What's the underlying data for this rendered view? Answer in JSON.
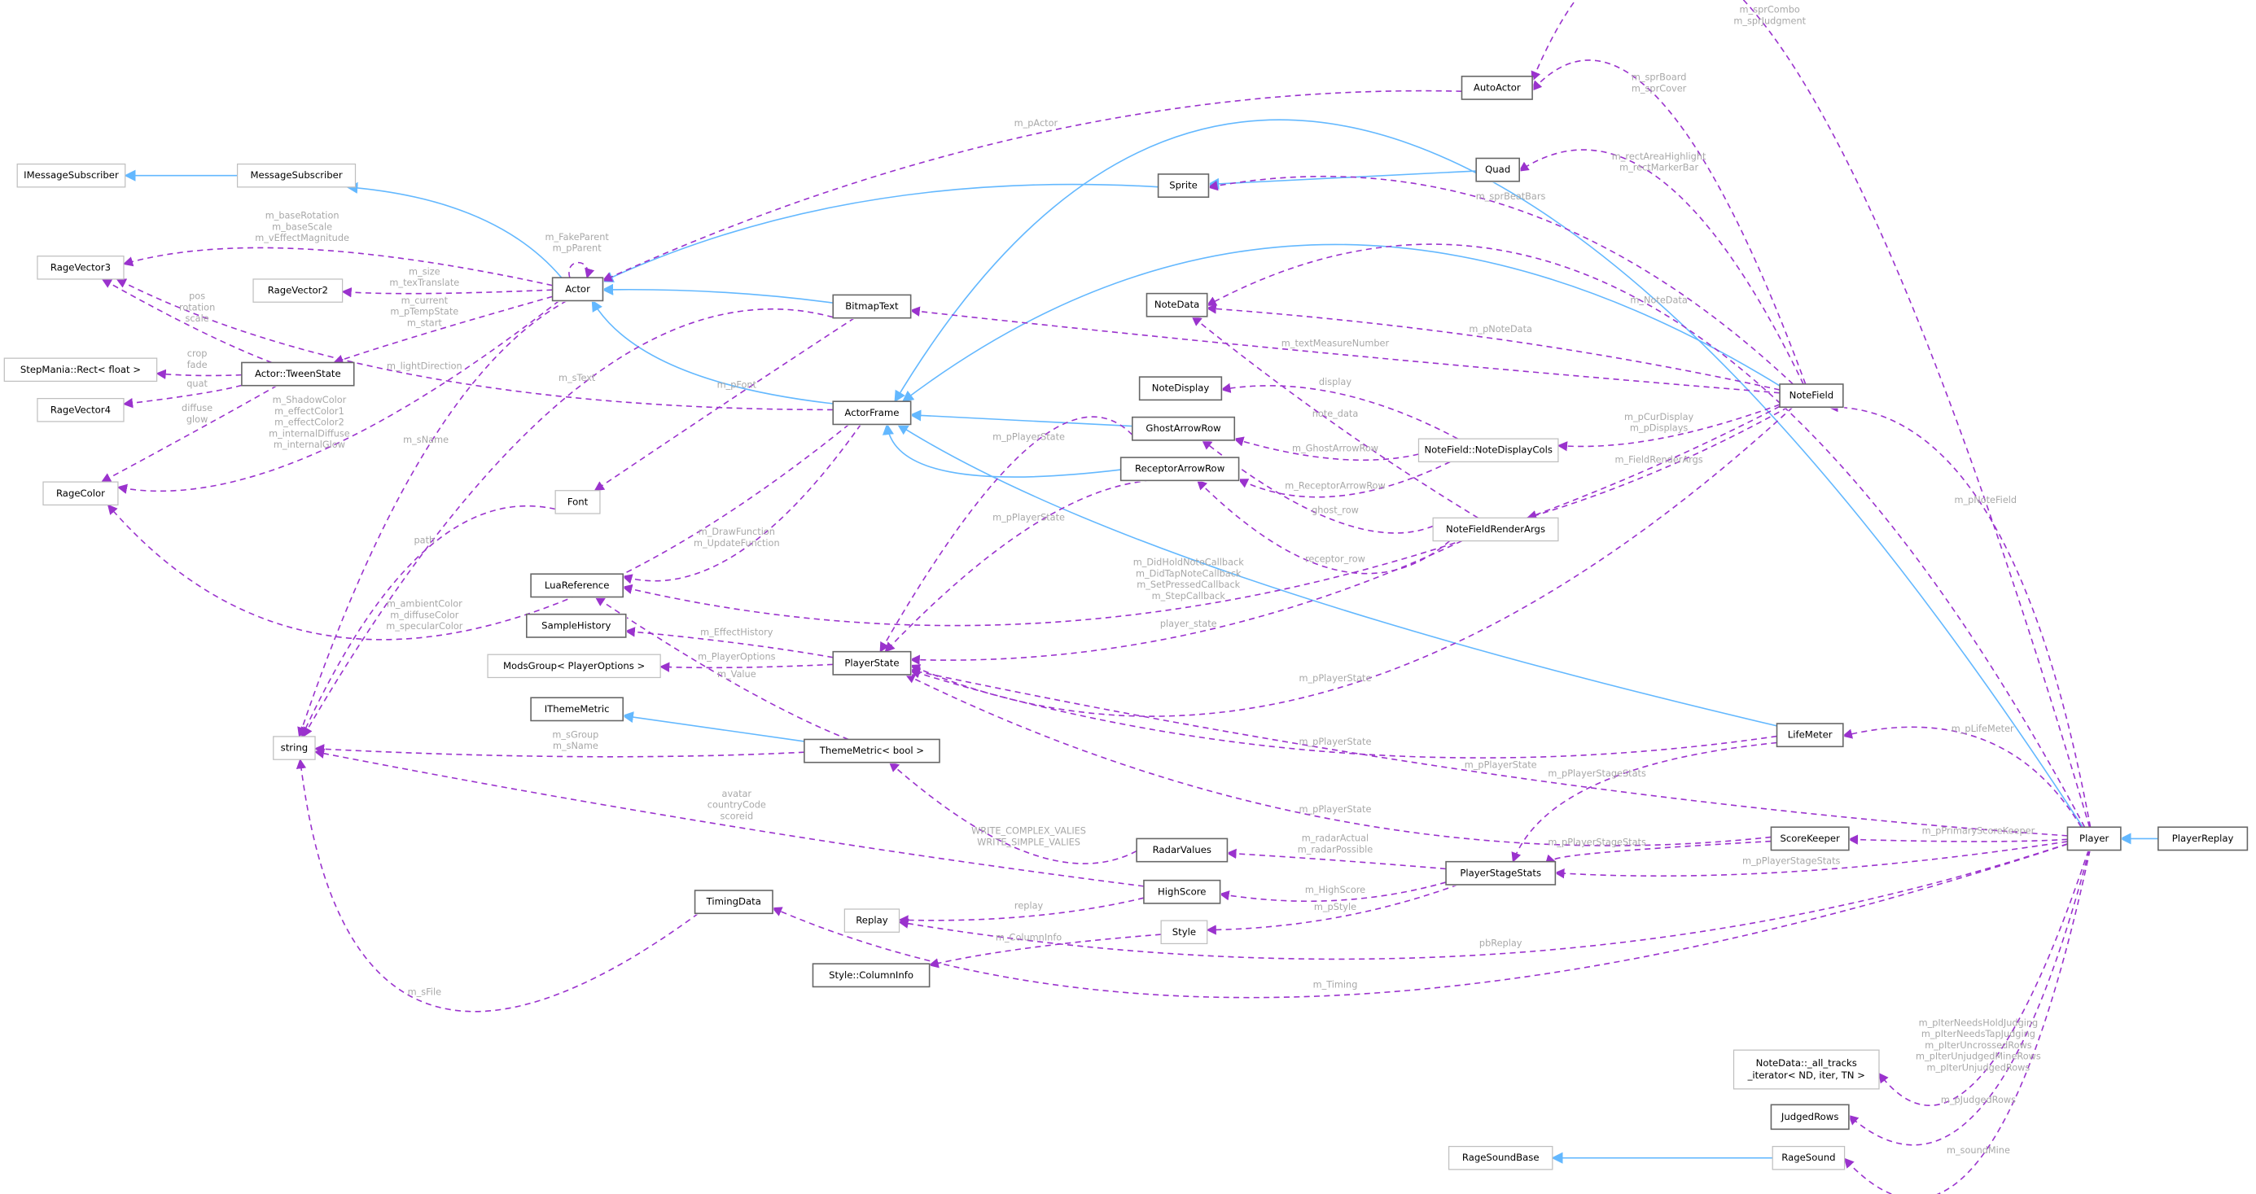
{
  "colors": {
    "composition": "#9a32cd",
    "inheritance": "#63b8ff",
    "highlight_fill": "#999999",
    "label": "#a8a8a8",
    "border_documented": "#666666",
    "border_undocumented": "#bfbfbf"
  },
  "nodes": [
    {
      "id": "IMessageSubscriber",
      "label": [
        "IMessageSubscriber"
      ],
      "documented": false
    },
    {
      "id": "MessageSubscriber",
      "label": [
        "MessageSubscriber"
      ],
      "documented": false
    },
    {
      "id": "RageVector3",
      "label": [
        "RageVector3"
      ],
      "documented": false
    },
    {
      "id": "RageVector2",
      "label": [
        "RageVector2"
      ],
      "documented": false
    },
    {
      "id": "Actor",
      "label": [
        "Actor"
      ],
      "documented": true
    },
    {
      "id": "StepManiaRect",
      "label": [
        "StepMania::Rect< float >"
      ],
      "documented": false
    },
    {
      "id": "TweenState",
      "label": [
        "Actor::TweenState"
      ],
      "documented": true
    },
    {
      "id": "RageVector4",
      "label": [
        "RageVector4"
      ],
      "documented": false
    },
    {
      "id": "RageColor",
      "label": [
        "RageColor"
      ],
      "documented": false
    },
    {
      "id": "Font",
      "label": [
        "Font"
      ],
      "documented": false
    },
    {
      "id": "LuaReference",
      "label": [
        "LuaReference"
      ],
      "documented": true
    },
    {
      "id": "SampleHistory",
      "label": [
        "SampleHistory"
      ],
      "documented": true
    },
    {
      "id": "ModsGroup",
      "label": [
        "ModsGroup< PlayerOptions >"
      ],
      "documented": false
    },
    {
      "id": "IThemeMetric",
      "label": [
        "IThemeMetric"
      ],
      "documented": true
    },
    {
      "id": "string",
      "label": [
        "string"
      ],
      "documented": false
    },
    {
      "id": "ThemeMetric",
      "label": [
        "ThemeMetric< bool >"
      ],
      "documented": true
    },
    {
      "id": "TimingData",
      "label": [
        "TimingData"
      ],
      "documented": true
    },
    {
      "id": "Replay",
      "label": [
        "Replay"
      ],
      "documented": false
    },
    {
      "id": "ColumnInfo",
      "label": [
        "Style::ColumnInfo"
      ],
      "documented": true
    },
    {
      "id": "AutoActor",
      "label": [
        "AutoActor"
      ],
      "documented": true
    },
    {
      "id": "Sprite",
      "label": [
        "Sprite"
      ],
      "documented": true
    },
    {
      "id": "Quad",
      "label": [
        "Quad"
      ],
      "documented": true
    },
    {
      "id": "BitmapText",
      "label": [
        "BitmapText"
      ],
      "documented": true
    },
    {
      "id": "NoteData",
      "label": [
        "NoteData"
      ],
      "documented": true
    },
    {
      "id": "NoteDisplay",
      "label": [
        "NoteDisplay"
      ],
      "documented": true
    },
    {
      "id": "ActorFrame",
      "label": [
        "ActorFrame"
      ],
      "documented": true
    },
    {
      "id": "GhostArrowRow",
      "label": [
        "GhostArrowRow"
      ],
      "documented": true
    },
    {
      "id": "ReceptorArrowRow",
      "label": [
        "ReceptorArrowRow"
      ],
      "documented": true
    },
    {
      "id": "NoteDisplayCols",
      "label": [
        "NoteField::NoteDisplayCols"
      ],
      "documented": false
    },
    {
      "id": "NoteFieldRenderArgs",
      "label": [
        "NoteFieldRenderArgs"
      ],
      "documented": false
    },
    {
      "id": "NoteField",
      "label": [
        "NoteField"
      ],
      "documented": true
    },
    {
      "id": "PlayerState",
      "label": [
        "PlayerState"
      ],
      "documented": true
    },
    {
      "id": "LifeMeter",
      "label": [
        "LifeMeter"
      ],
      "documented": true
    },
    {
      "id": "ScoreKeeper",
      "label": [
        "ScoreKeeper"
      ],
      "documented": true
    },
    {
      "id": "Player",
      "label": [
        "Player"
      ],
      "documented": true
    },
    {
      "id": "PlayerReplay",
      "label": [
        "PlayerReplay"
      ],
      "documented": true,
      "highlighted": true
    },
    {
      "id": "RadarValues",
      "label": [
        "RadarValues"
      ],
      "documented": true
    },
    {
      "id": "PlayerStageStats",
      "label": [
        "PlayerStageStats"
      ],
      "documented": true
    },
    {
      "id": "HighScore",
      "label": [
        "HighScore"
      ],
      "documented": true
    },
    {
      "id": "Style",
      "label": [
        "Style"
      ],
      "documented": false
    },
    {
      "id": "AllTracksIterator",
      "label": [
        "NoteData::_all_tracks",
        "_iterator< ND, iter, TN >"
      ],
      "documented": false
    },
    {
      "id": "JudgedRows",
      "label": [
        "JudgedRows"
      ],
      "documented": true
    },
    {
      "id": "RageSoundBase",
      "label": [
        "RageSoundBase"
      ],
      "documented": false
    },
    {
      "id": "RageSound",
      "label": [
        "RageSound"
      ],
      "documented": false
    }
  ],
  "edges": [
    {
      "from": "MessageSubscriber",
      "to": "IMessageSubscriber",
      "type": "inheritance",
      "label": []
    },
    {
      "from": "Actor",
      "to": "MessageSubscriber",
      "type": "inheritance",
      "label": []
    },
    {
      "from": "Sprite",
      "to": "Actor",
      "type": "inheritance",
      "label": []
    },
    {
      "from": "BitmapText",
      "to": "Actor",
      "type": "inheritance",
      "label": []
    },
    {
      "from": "ActorFrame",
      "to": "Actor",
      "type": "inheritance",
      "label": []
    },
    {
      "from": "Quad",
      "to": "Sprite",
      "type": "inheritance",
      "label": []
    },
    {
      "from": "NoteField",
      "to": "ActorFrame",
      "type": "inheritance",
      "label": []
    },
    {
      "from": "GhostArrowRow",
      "to": "ActorFrame",
      "type": "inheritance",
      "label": []
    },
    {
      "from": "ReceptorArrowRow",
      "to": "ActorFrame",
      "type": "inheritance",
      "label": []
    },
    {
      "from": "LifeMeter",
      "to": "ActorFrame",
      "type": "inheritance",
      "label": []
    },
    {
      "from": "Player",
      "to": "ActorFrame",
      "type": "inheritance",
      "label": []
    },
    {
      "from": "ThemeMetric",
      "to": "IThemeMetric",
      "type": "inheritance",
      "label": []
    },
    {
      "from": "PlayerReplay",
      "to": "Player",
      "type": "inheritance",
      "label": []
    },
    {
      "from": "RageSound",
      "to": "RageSoundBase",
      "type": "inheritance",
      "label": []
    },
    {
      "from": "Actor",
      "to": "RageVector3",
      "type": "usage",
      "label": [
        "m_baseRotation",
        "m_baseScale",
        "m_vEffectMagnitude"
      ]
    },
    {
      "from": "Actor",
      "to": "Actor",
      "type": "usage",
      "label": [
        "m_FakeParent",
        "m_pParent"
      ]
    },
    {
      "from": "Actor",
      "to": "RageVector2",
      "type": "usage",
      "label": [
        "m_size",
        "m_texTranslate"
      ]
    },
    {
      "from": "Actor",
      "to": "TweenState",
      "type": "usage",
      "label": [
        "m_current",
        "m_pTempState",
        "m_start"
      ]
    },
    {
      "from": "ActorFrame",
      "to": "RageVector3",
      "type": "usage",
      "label": [
        "m_lightDirection"
      ]
    },
    {
      "from": "Actor",
      "to": "RageColor",
      "type": "usage",
      "label": [
        "m_ShadowColor",
        "m_effectColor1",
        "m_effectColor2",
        "m_internalDiffuse",
        "m_internalGlow"
      ]
    },
    {
      "from": "TweenState",
      "to": "RageVector3",
      "type": "usage",
      "label": [
        "pos",
        "rotation",
        "scale"
      ]
    },
    {
      "from": "TweenState",
      "to": "StepManiaRect",
      "type": "usage",
      "label": [
        "crop",
        "fade"
      ]
    },
    {
      "from": "TweenState",
      "to": "RageVector4",
      "type": "usage",
      "label": [
        "quat"
      ]
    },
    {
      "from": "TweenState",
      "to": "RageColor",
      "type": "usage",
      "label": [
        "diffuse",
        "glow"
      ]
    },
    {
      "from": "BitmapText",
      "to": "string",
      "type": "usage",
      "label": [
        "m_sText"
      ]
    },
    {
      "from": "BitmapText",
      "to": "Font",
      "type": "usage",
      "label": [
        "m_pFont"
      ]
    },
    {
      "from": "Actor",
      "to": "string",
      "type": "usage",
      "label": [
        "m_sName"
      ]
    },
    {
      "from": "Font",
      "to": "string",
      "type": "usage",
      "label": [
        "path"
      ]
    },
    {
      "from": "ActorFrame",
      "to": "RageColor",
      "type": "usage",
      "label": [
        "m_ambientColor",
        "m_diffuseColor",
        "m_specularColor"
      ]
    },
    {
      "from": "ActorFrame",
      "to": "LuaReference",
      "type": "usage",
      "label": [
        "m_DrawFunction",
        "m_UpdateFunction"
      ]
    },
    {
      "from": "NoteField",
      "to": "LuaReference",
      "type": "usage",
      "label": [
        "m_DidHoldNoteCallback",
        "m_DidTapNoteCallback",
        "m_SetPressedCallback",
        "m_StepCallback"
      ]
    },
    {
      "from": "NoteFieldRenderArgs",
      "to": "PlayerState",
      "type": "usage",
      "label": [
        "player_state"
      ]
    },
    {
      "from": "PlayerState",
      "to": "SampleHistory",
      "type": "usage",
      "label": [
        "m_EffectHistory"
      ]
    },
    {
      "from": "PlayerState",
      "to": "ModsGroup",
      "type": "usage",
      "label": [
        "m_PlayerOptions"
      ]
    },
    {
      "from": "ThemeMetric",
      "to": "LuaReference",
      "type": "usage",
      "label": [
        "m_Value"
      ]
    },
    {
      "from": "ThemeMetric",
      "to": "string",
      "type": "usage",
      "label": [
        "m_sGroup",
        "m_sName"
      ]
    },
    {
      "from": "HighScore",
      "to": "string",
      "type": "usage",
      "label": [
        "avatar",
        "countryCode",
        "scoreid"
      ]
    },
    {
      "from": "TimingData",
      "to": "string",
      "type": "usage",
      "label": [
        "m_sFile"
      ]
    },
    {
      "from": "RadarValues",
      "to": "ThemeMetric",
      "type": "usage",
      "label": [
        "WRITE_COMPLEX_VALIES",
        "WRITE_SIMPLE_VALIES"
      ]
    },
    {
      "from": "HighScore",
      "to": "Replay",
      "type": "usage",
      "label": [
        "replay"
      ]
    },
    {
      "from": "Style",
      "to": "ColumnInfo",
      "type": "usage",
      "label": [
        "m_ColumnInfo"
      ]
    },
    {
      "from": "PlayerStageStats",
      "to": "RadarValues",
      "type": "usage",
      "label": [
        "m_radarActual",
        "m_radarPossible"
      ]
    },
    {
      "from": "PlayerStageStats",
      "to": "HighScore",
      "type": "usage",
      "label": [
        "m_HighScore"
      ]
    },
    {
      "from": "PlayerStageStats",
      "to": "Style",
      "type": "usage",
      "label": [
        "m_pStyle"
      ]
    },
    {
      "from": "Player",
      "to": "Replay",
      "type": "usage",
      "label": [
        "pbReplay"
      ]
    },
    {
      "from": "Player",
      "to": "TimingData",
      "type": "usage",
      "label": [
        "m_Timing"
      ]
    },
    {
      "from": "GhostArrowRow",
      "to": "PlayerState",
      "type": "usage",
      "label": [
        "m_pPlayerState"
      ]
    },
    {
      "from": "ReceptorArrowRow",
      "to": "PlayerState",
      "type": "usage",
      "label": [
        "m_pPlayerState"
      ]
    },
    {
      "from": "NoteField",
      "to": "PlayerState",
      "type": "usage",
      "label": [
        "m_pPlayerState"
      ]
    },
    {
      "from": "LifeMeter",
      "to": "PlayerState",
      "type": "usage",
      "label": [
        "m_pPlayerState"
      ]
    },
    {
      "from": "Player",
      "to": "PlayerState",
      "type": "usage",
      "label": [
        "m_pPlayerState"
      ]
    },
    {
      "from": "ScoreKeeper",
      "to": "PlayerState",
      "type": "usage",
      "label": [
        "m_pPlayerState"
      ]
    },
    {
      "from": "LifeMeter",
      "to": "PlayerStageStats",
      "type": "usage",
      "label": [
        "m_pPlayerStageStats"
      ]
    },
    {
      "from": "ScoreKeeper",
      "to": "PlayerStageStats",
      "type": "usage",
      "label": [
        "m_pPlayerStageStats"
      ]
    },
    {
      "from": "Player",
      "to": "PlayerStageStats",
      "type": "usage",
      "label": [
        "m_pPlayerStageStats"
      ]
    },
    {
      "from": "Player",
      "to": "ScoreKeeper",
      "type": "usage",
      "label": [
        "m_pPrimaryScoreKeeper"
      ]
    },
    {
      "from": "Player",
      "to": "LifeMeter",
      "type": "usage",
      "label": [
        "m_pLifeMeter"
      ]
    },
    {
      "from": "Player",
      "to": "NoteField",
      "type": "usage",
      "label": [
        "m_pNoteField"
      ]
    },
    {
      "from": "Player",
      "to": "AutoActor",
      "type": "usage",
      "label": [
        "m_sprCombo",
        "m_sprJudgment"
      ]
    },
    {
      "from": "AutoActor",
      "to": "Actor",
      "type": "usage",
      "label": [
        "m_pActor"
      ]
    },
    {
      "from": "NoteField",
      "to": "AutoActor",
      "type": "usage",
      "label": [
        "m_sprBoard",
        "m_sprCover"
      ]
    },
    {
      "from": "NoteField",
      "to": "Quad",
      "type": "usage",
      "label": [
        "m_rectAreaHighlight",
        "m_rectMarkerBar"
      ]
    },
    {
      "from": "NoteField",
      "to": "Sprite",
      "type": "usage",
      "label": [
        "m_sprBeatBars"
      ]
    },
    {
      "from": "Player",
      "to": "NoteData",
      "type": "usage",
      "label": [
        "m_NoteData"
      ]
    },
    {
      "from": "NoteField",
      "to": "NoteData",
      "type": "usage",
      "label": [
        "m_pNoteData"
      ]
    },
    {
      "from": "NoteField",
      "to": "BitmapText",
      "type": "usage",
      "label": [
        "m_textMeasureNumber"
      ]
    },
    {
      "from": "NoteDisplayCols",
      "to": "NoteDisplay",
      "type": "usage",
      "label": [
        "display"
      ]
    },
    {
      "from": "NoteFieldRenderArgs",
      "to": "NoteData",
      "type": "usage",
      "label": [
        "note_data"
      ]
    },
    {
      "from": "NoteField",
      "to": "NoteDisplayCols",
      "type": "usage",
      "label": [
        "m_pCurDisplay",
        "m_pDisplays"
      ]
    },
    {
      "from": "NoteDisplayCols",
      "to": "GhostArrowRow",
      "type": "usage",
      "label": [
        "m_GhostArrowRow"
      ]
    },
    {
      "from": "NoteField",
      "to": "NoteFieldRenderArgs",
      "type": "usage",
      "label": [
        "m_FieldRenderArgs"
      ]
    },
    {
      "from": "NoteDisplayCols",
      "to": "ReceptorArrowRow",
      "type": "usage",
      "label": [
        "m_ReceptorArrowRow"
      ]
    },
    {
      "from": "NoteFieldRenderArgs",
      "to": "GhostArrowRow",
      "type": "usage",
      "label": [
        "ghost_row"
      ]
    },
    {
      "from": "NoteFieldRenderArgs",
      "to": "ReceptorArrowRow",
      "type": "usage",
      "label": [
        "receptor_row"
      ]
    },
    {
      "from": "Player",
      "to": "AllTracksIterator",
      "type": "usage",
      "label": [
        "m_pIterNeedsHoldJudging",
        "m_pIterNeedsTapJudging",
        "m_pIterUncrossedRows",
        "m_pIterUnjudgedMineRows",
        "m_pIterUnjudgedRows"
      ]
    },
    {
      "from": "Player",
      "to": "JudgedRows",
      "type": "usage",
      "label": [
        "m_pJudgedRows"
      ]
    },
    {
      "from": "Player",
      "to": "RageSound",
      "type": "usage",
      "label": [
        "m_soundMine"
      ]
    }
  ]
}
